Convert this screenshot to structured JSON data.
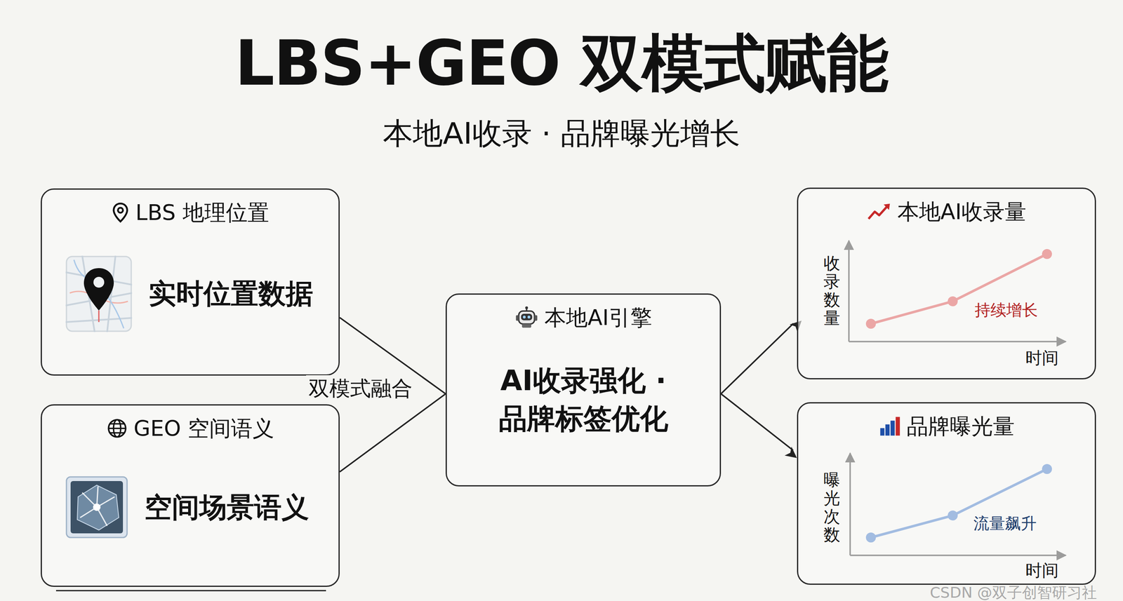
{
  "diagram": {
    "title": "LBS+GEO 双模式赋能",
    "caption": "本地AI收录 · 品牌曝光增长",
    "nodes": [
      {
        "text": [
          "LBS 地理位置",
          "实时位置数据"
        ]
      },
      {
        "text": [
          "GEO 空间语义",
          "空间场景语义"
        ]
      },
      {
        "text": [
          "本地AI引擎",
          "AI收录强化 · 品牌标签优化"
        ]
      },
      {
        "text": [
          "本地AI收录量"
        ]
      },
      {
        "text": [
          "品牌曝光量"
        ]
      }
    ],
    "edges": [
      {
        "from": 0,
        "to": 2,
        "arrow": "none"
      },
      {
        "from": 1,
        "to": 2,
        "arrow": "none"
      },
      {
        "from": 2,
        "to": 3,
        "arrow": "to"
      },
      {
        "from": 2,
        "to": 4,
        "arrow": "to"
      }
    ],
    "labels": [
      "双模式融合",
      "收录数量",
      "持续增长",
      "时间",
      "曝光次数",
      "流量飙升",
      "时间",
      "CSDN @双子创智研习社"
    ]
  }
}
